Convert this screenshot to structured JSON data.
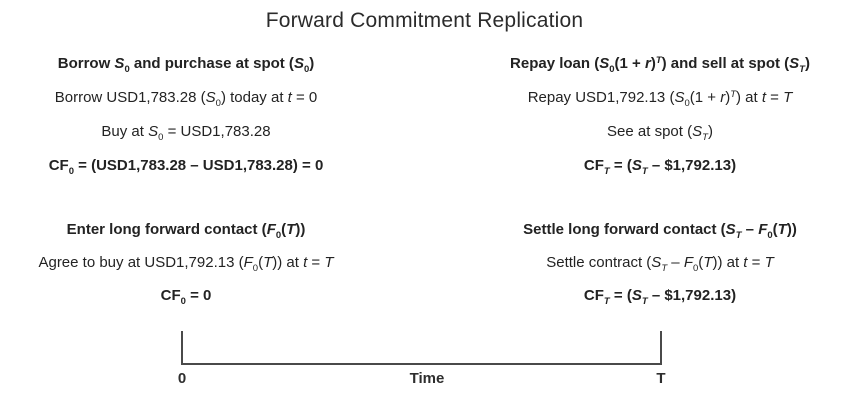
{
  "title": "Forward Commitment Replication",
  "colors": {
    "text": "#232323",
    "timeline_line": "#4a4a4a"
  },
  "panels": {
    "borrow_purchase": {
      "heading": [
        {
          "t": "Borrow "
        },
        {
          "t": "S",
          "i": 1
        },
        {
          "t": "0",
          "sub": 1
        },
        {
          "t": " and purchase at spot ("
        },
        {
          "t": "S",
          "i": 1
        },
        {
          "t": "0",
          "sub": 1
        },
        {
          "t": ")"
        }
      ],
      "lines": [
        [
          {
            "t": "Borrow USD1,783.28 ("
          },
          {
            "t": "S",
            "i": 1
          },
          {
            "t": "0",
            "sub": 1
          },
          {
            "t": ") today at "
          },
          {
            "t": "t",
            "i": 1
          },
          {
            "t": " = 0"
          }
        ],
        [
          {
            "t": "Buy at "
          },
          {
            "t": "S",
            "i": 1
          },
          {
            "t": "0",
            "sub": 1
          },
          {
            "t": " = USD1,783.28"
          }
        ],
        [
          {
            "t": "CF"
          },
          {
            "t": "0",
            "sub": 1
          },
          {
            "t": " = (USD1,783.28 – USD1,783.28) = 0"
          }
        ]
      ]
    },
    "repay_sell": {
      "heading": [
        {
          "t": "Repay loan ("
        },
        {
          "t": "S",
          "i": 1
        },
        {
          "t": "0",
          "sub": 1
        },
        {
          "t": "(1 + "
        },
        {
          "t": "r",
          "i": 1
        },
        {
          "t": ")"
        },
        {
          "t": "T",
          "sup": 1,
          "i": 1
        },
        {
          "t": ") and sell at spot ("
        },
        {
          "t": "S",
          "i": 1
        },
        {
          "t": "T",
          "sub": 1,
          "i": 1
        },
        {
          "t": ")"
        }
      ],
      "lines": [
        [
          {
            "t": "Repay USD1,792.13 ("
          },
          {
            "t": "S",
            "i": 1
          },
          {
            "t": "0",
            "sub": 1
          },
          {
            "t": "(1 + "
          },
          {
            "t": "r",
            "i": 1
          },
          {
            "t": ")"
          },
          {
            "t": "T",
            "sup": 1,
            "i": 1
          },
          {
            "t": ") at "
          },
          {
            "t": "t",
            "i": 1
          },
          {
            "t": " = "
          },
          {
            "t": "T",
            "i": 1
          }
        ],
        [
          {
            "t": "See at spot ("
          },
          {
            "t": "S",
            "i": 1
          },
          {
            "t": "T",
            "sub": 1,
            "i": 1
          },
          {
            "t": ")"
          }
        ],
        [
          {
            "t": "CF"
          },
          {
            "t": "T",
            "sub": 1,
            "i": 1
          },
          {
            "t": " = ("
          },
          {
            "t": "S",
            "i": 1
          },
          {
            "t": "T",
            "sub": 1,
            "i": 1
          },
          {
            "t": " – $1,792.13)"
          }
        ]
      ]
    },
    "enter_forward": {
      "heading": [
        {
          "t": "Enter long forward contact ("
        },
        {
          "t": "F",
          "i": 1
        },
        {
          "t": "0",
          "sub": 1
        },
        {
          "t": "("
        },
        {
          "t": "T",
          "i": 1
        },
        {
          "t": "))"
        }
      ],
      "lines": [
        [
          {
            "t": "Agree to buy at USD1,792.13 ("
          },
          {
            "t": "F",
            "i": 1
          },
          {
            "t": "0",
            "sub": 1
          },
          {
            "t": "("
          },
          {
            "t": "T",
            "i": 1
          },
          {
            "t": ")) at "
          },
          {
            "t": "t",
            "i": 1
          },
          {
            "t": " = "
          },
          {
            "t": "T",
            "i": 1
          }
        ],
        [
          {
            "t": "CF"
          },
          {
            "t": "0",
            "sub": 1
          },
          {
            "t": " = 0"
          }
        ]
      ]
    },
    "settle_forward": {
      "heading": [
        {
          "t": "Settle long forward contact ("
        },
        {
          "t": "S",
          "i": 1
        },
        {
          "t": "T",
          "sub": 1,
          "i": 1
        },
        {
          "t": " – "
        },
        {
          "t": "F",
          "i": 1
        },
        {
          "t": "0",
          "sub": 1
        },
        {
          "t": "("
        },
        {
          "t": "T",
          "i": 1
        },
        {
          "t": "))"
        }
      ],
      "lines": [
        [
          {
            "t": "Settle contract ("
          },
          {
            "t": "S",
            "i": 1
          },
          {
            "t": "T",
            "sub": 1,
            "i": 1
          },
          {
            "t": " – "
          },
          {
            "t": "F",
            "i": 1
          },
          {
            "t": "0",
            "sub": 1
          },
          {
            "t": "("
          },
          {
            "t": "T",
            "i": 1
          },
          {
            "t": ")) at "
          },
          {
            "t": "t",
            "i": 1
          },
          {
            "t": " = "
          },
          {
            "t": "T",
            "i": 1
          }
        ],
        [
          {
            "t": "CF"
          },
          {
            "t": "T",
            "sub": 1,
            "i": 1
          },
          {
            "t": " = ("
          },
          {
            "t": "S",
            "i": 1
          },
          {
            "t": "T",
            "sub": 1,
            "i": 1
          },
          {
            "t": " – $1,792.13)"
          }
        ]
      ]
    }
  },
  "timeline": {
    "start_label": "0",
    "axis_label": "Time",
    "end_label": "T"
  }
}
